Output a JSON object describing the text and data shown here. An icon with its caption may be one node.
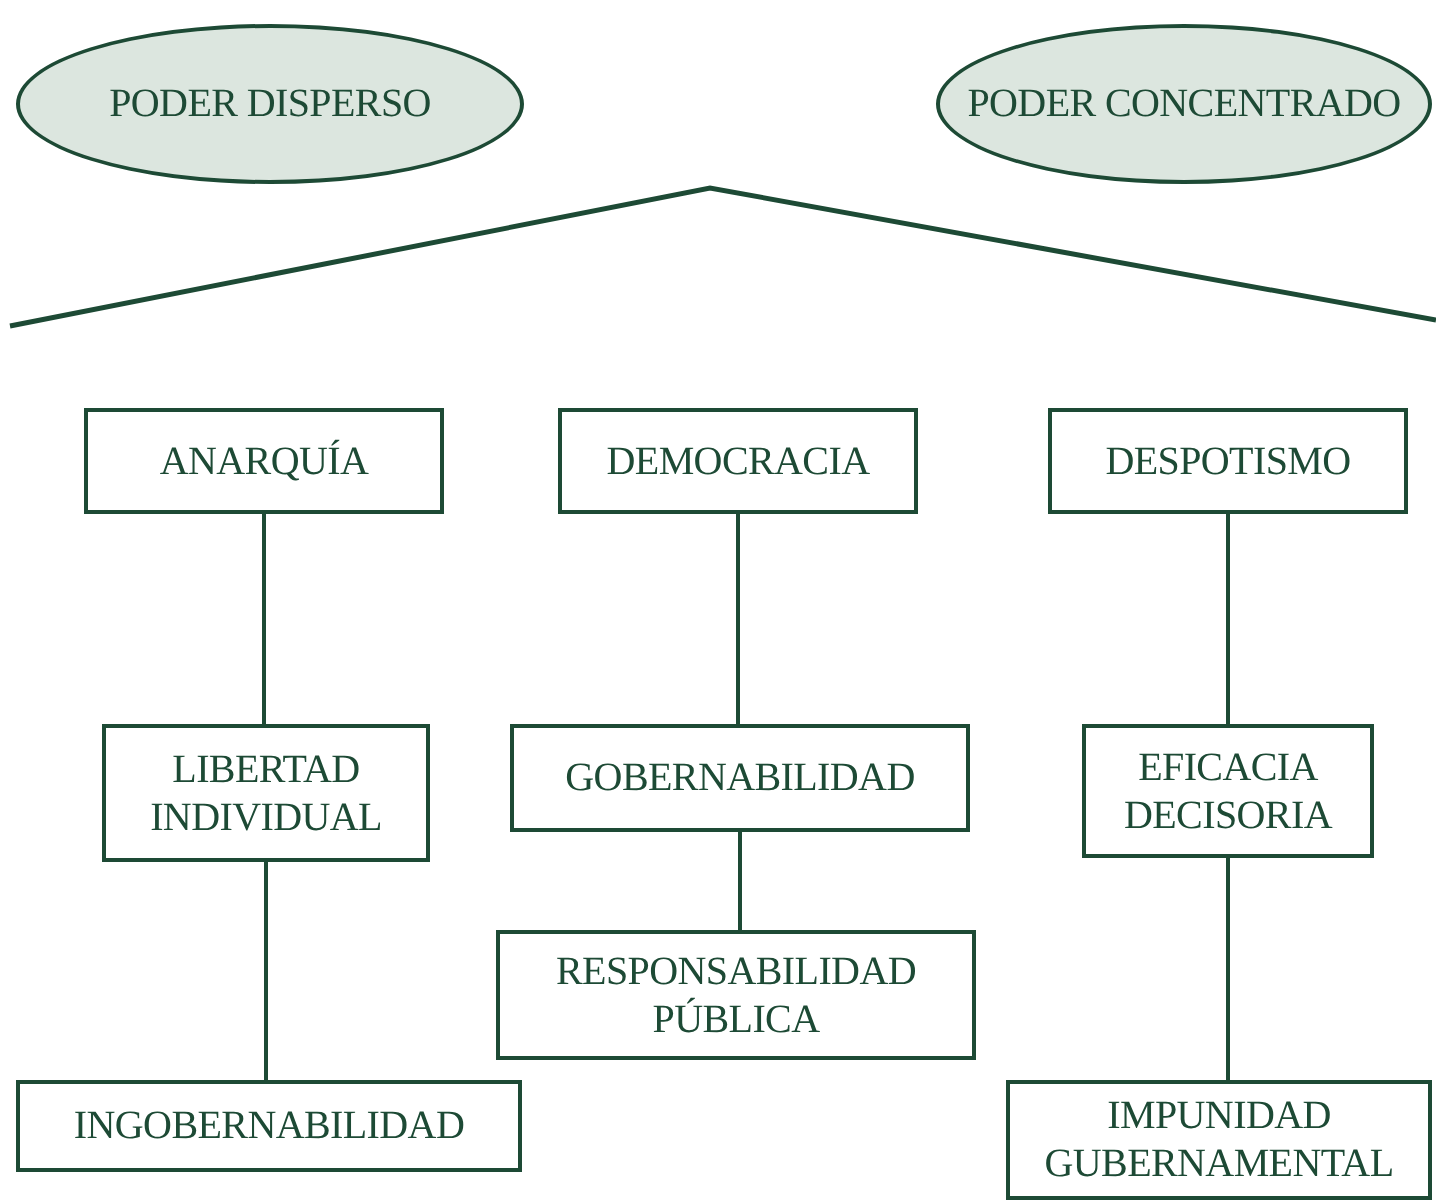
{
  "diagram": {
    "nodes": [
      {
        "text": [
          "PODER DISPERSO"
        ]
      },
      {
        "text": [
          "PODER CONCENTRADO"
        ]
      },
      {
        "text": [
          "ANARQUÍA"
        ]
      },
      {
        "text": [
          "DEMOCRACIA"
        ]
      },
      {
        "text": [
          "DESPOTISMO"
        ]
      },
      {
        "text": [
          "LIBERTAD INDIVIDUAL"
        ]
      },
      {
        "text": [
          "GOBERNABILIDAD"
        ]
      },
      {
        "text": [
          "EFICACIA DECISORIA"
        ]
      },
      {
        "text": [
          "INGOBERNABILIDAD"
        ]
      },
      {
        "text": [
          "RESPONSABILIDAD PÚBLICA"
        ]
      },
      {
        "text": [
          "IMPUNIDAD GUBERNAMENTAL"
        ]
      }
    ],
    "edges": [
      {
        "from": 2,
        "to": 5,
        "arrow": "none"
      },
      {
        "from": 5,
        "to": 8,
        "arrow": "none"
      },
      {
        "from": 3,
        "to": 6,
        "arrow": "none"
      },
      {
        "from": 6,
        "to": 9,
        "arrow": "none"
      },
      {
        "from": 4,
        "to": 7,
        "arrow": "none"
      },
      {
        "from": 7,
        "to": 10,
        "arrow": "none"
      }
    ]
  }
}
